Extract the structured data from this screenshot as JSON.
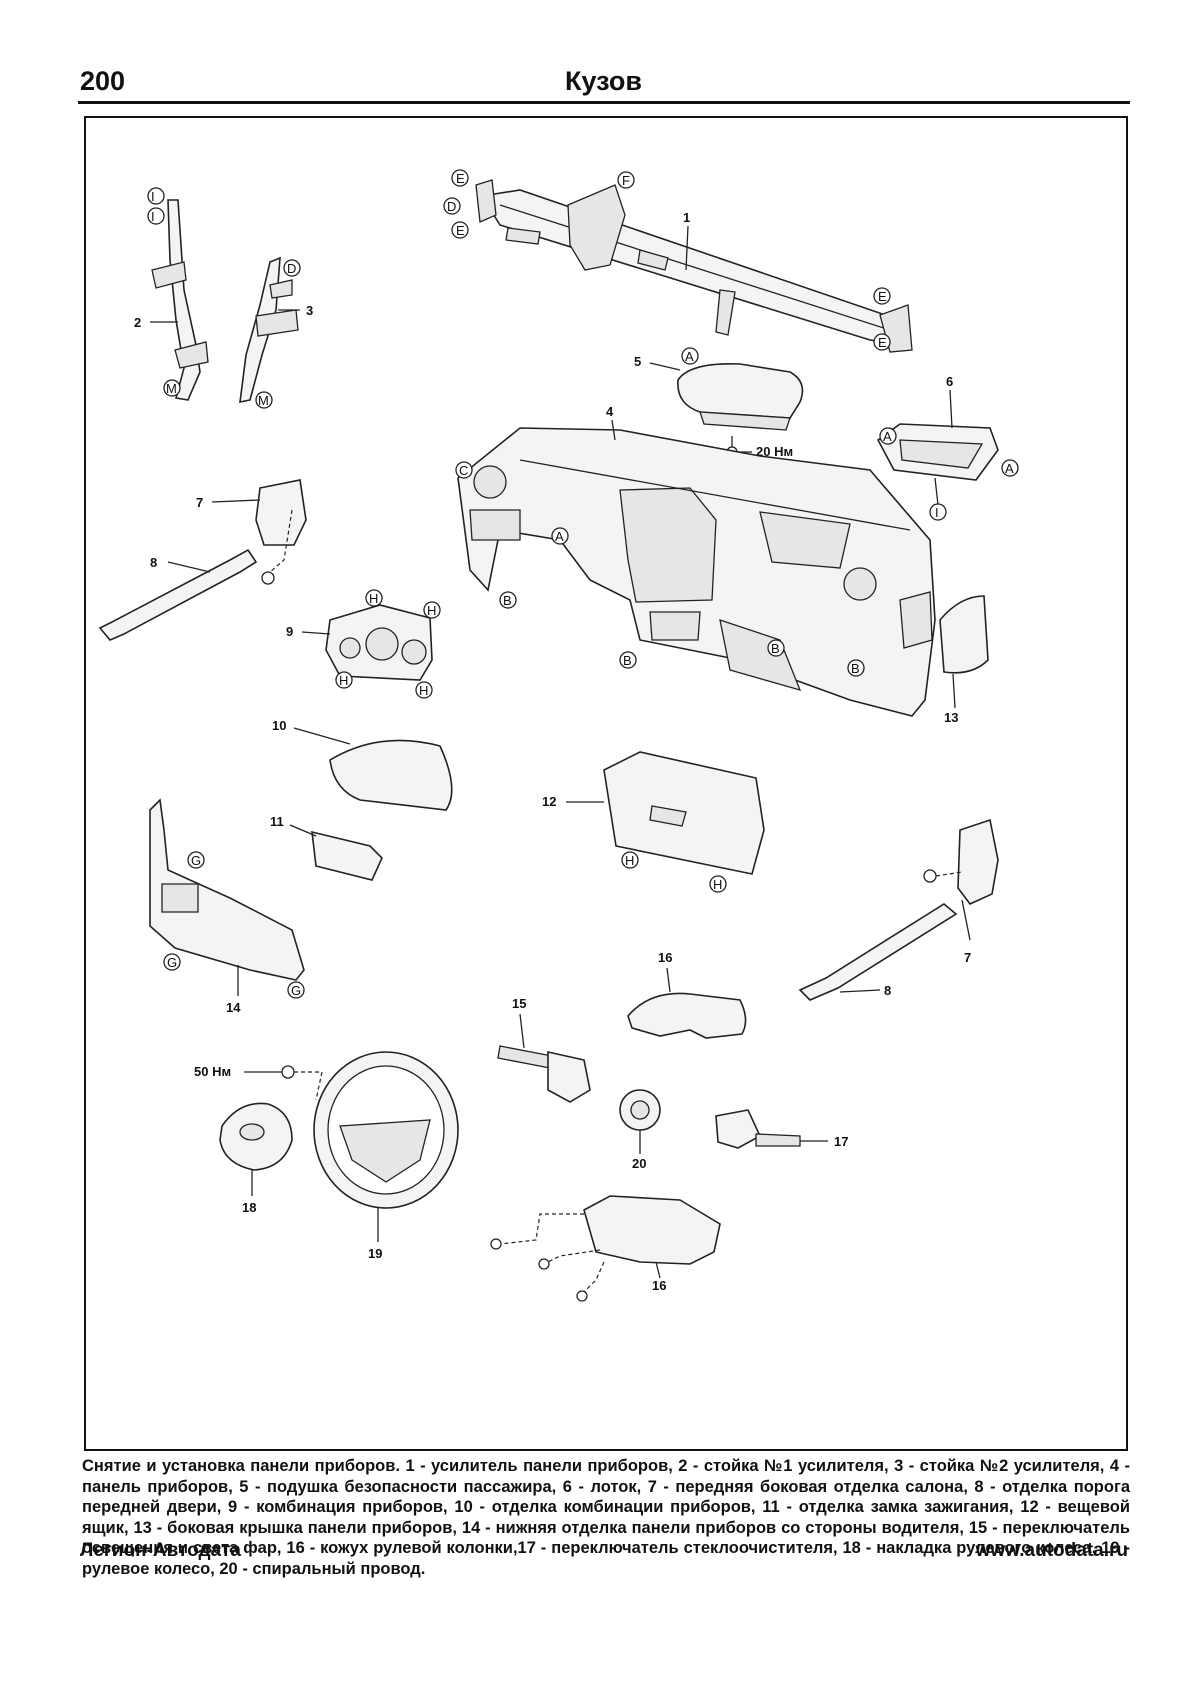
{
  "header": {
    "page_number": "200",
    "title": "Кузов"
  },
  "figure": {
    "callouts": {
      "c1": "1",
      "c2": "2",
      "c3": "3",
      "c4": "4",
      "c5": "5",
      "c6": "6",
      "c7a": "7",
      "c7b": "7",
      "c8a": "8",
      "c8b": "8",
      "c9": "9",
      "c10": "10",
      "c11": "11",
      "c12": "12",
      "c13": "13",
      "c14": "14",
      "c15": "15",
      "c16a": "16",
      "c16b": "16",
      "c17": "17",
      "c18": "18",
      "c19": "19",
      "c20": "20"
    },
    "torques": {
      "t20": "20 Нм",
      "t50": "50 Нм"
    },
    "markers": {
      "A": "A",
      "B": "B",
      "C": "C",
      "D": "D",
      "E": "E",
      "F": "F",
      "G": "G",
      "H": "H",
      "I": "I",
      "M": "M"
    }
  },
  "caption": "Снятие и установка панели приборов. 1 - усилитель панели приборов, 2 - стойка №1 усилителя, 3 - стойка №2 усилителя, 4 - панель приборов, 5 - подушка безопасности пассажира, 6 - лоток, 7 - передняя боковая отделка салона, 8 - отделка порога передней двери, 9 - комбинация приборов, 10 - отделка комбинации приборов, 11 - отделка замка зажигания, 12 - вещевой ящик, 13 - боковая крышка панели приборов, 14 - нижняя отделка панели приборов со стороны водителя, 15 - переключатель освещения и света фар, 16 - кожух рулевой колонки,17 - переключатель стеклоочистителя, 18 - накладка рулевого колеса, 19 - рулевое колесо, 20 - спиральный провод.",
  "footer": {
    "publisher": "Легион-Автодата",
    "website": "www.autodata.ru"
  }
}
